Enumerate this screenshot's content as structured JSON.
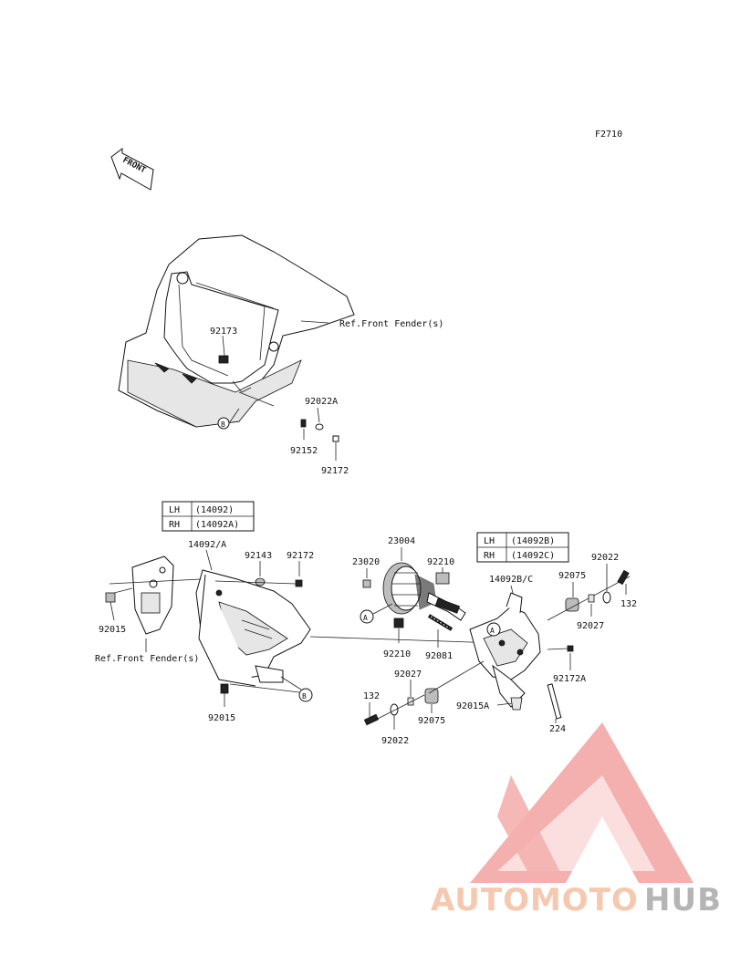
{
  "diagram_code": "F2710",
  "front_label": "FRONT",
  "ref_front_fender": "Ref.Front Fender(s)",
  "callouts": {
    "A": "A",
    "B": "B"
  },
  "part_numbers": {
    "p92173": "92173",
    "p92022A": "92022A",
    "p92152": "92152",
    "p92172_top": "92172",
    "p14092A": "14092/A",
    "p92143": "92143",
    "p92172_mid": "92172",
    "p92015_left": "92015",
    "p92015_bottom": "92015",
    "p23020": "23020",
    "p23004": "23004",
    "p92210_top": "92210",
    "p92210_bot": "92210",
    "p92081": "92081",
    "p92027_left": "92027",
    "p92075_left": "92075",
    "p132_left": "132",
    "p92022_left": "92022",
    "p14092BC": "14092B/C",
    "p92075_right": "92075",
    "p92022_right": "92022",
    "p132_right": "132",
    "p92027_right": "92027",
    "p92172A": "92172A",
    "p92015A": "92015A",
    "p224": "224"
  },
  "table_left": {
    "rows": [
      {
        "side": "LH",
        "part": "(14092)"
      },
      {
        "side": "RH",
        "part": "(14092A)"
      }
    ]
  },
  "table_right": {
    "rows": [
      {
        "side": "LH",
        "part": "(14092B)"
      },
      {
        "side": "RH",
        "part": "(14092C)"
      }
    ]
  },
  "watermark": {
    "brand_part1": "AUTOMOTO",
    "brand_part2": "HUB",
    "color_light": "#f5c9b0",
    "color_red": "#f2a3a0",
    "color_grey": "#b5b5b5"
  }
}
